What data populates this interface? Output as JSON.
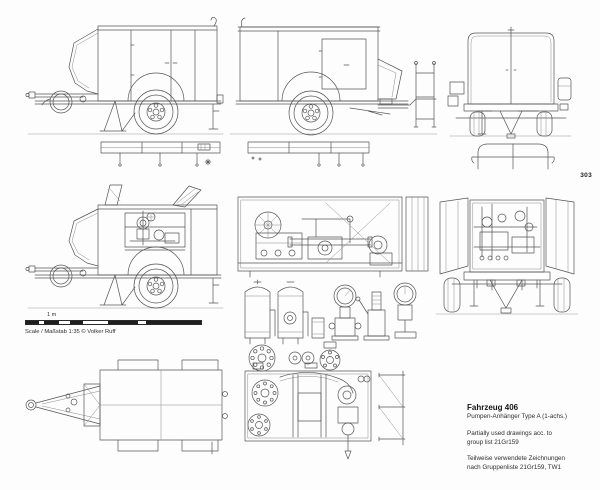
{
  "page": {
    "number": "303",
    "description": "Technical drawing sheet of pump trailer, multiple orthographic views"
  },
  "colors": {
    "background": "#fdfdfd",
    "line": "#555555",
    "ink": "#1c1c1c",
    "scale_bar_black": "#1f1f1f"
  },
  "scale_bar": {
    "unit_label": "1 m",
    "caption": "Scale / Maßstab 1:35 © Volker Ruff"
  },
  "caption_block": {
    "title": "Fahrzeug 406",
    "subtitle": "Pumpen-Anhänger Type A (1-achs.)",
    "note_en": "Partially used drawings acc. to\ngroup list 21Gr159",
    "note_de": "Teilweise verwendete Zeichnungen\nnach Gruppenliste 21Gr159, TW1"
  }
}
